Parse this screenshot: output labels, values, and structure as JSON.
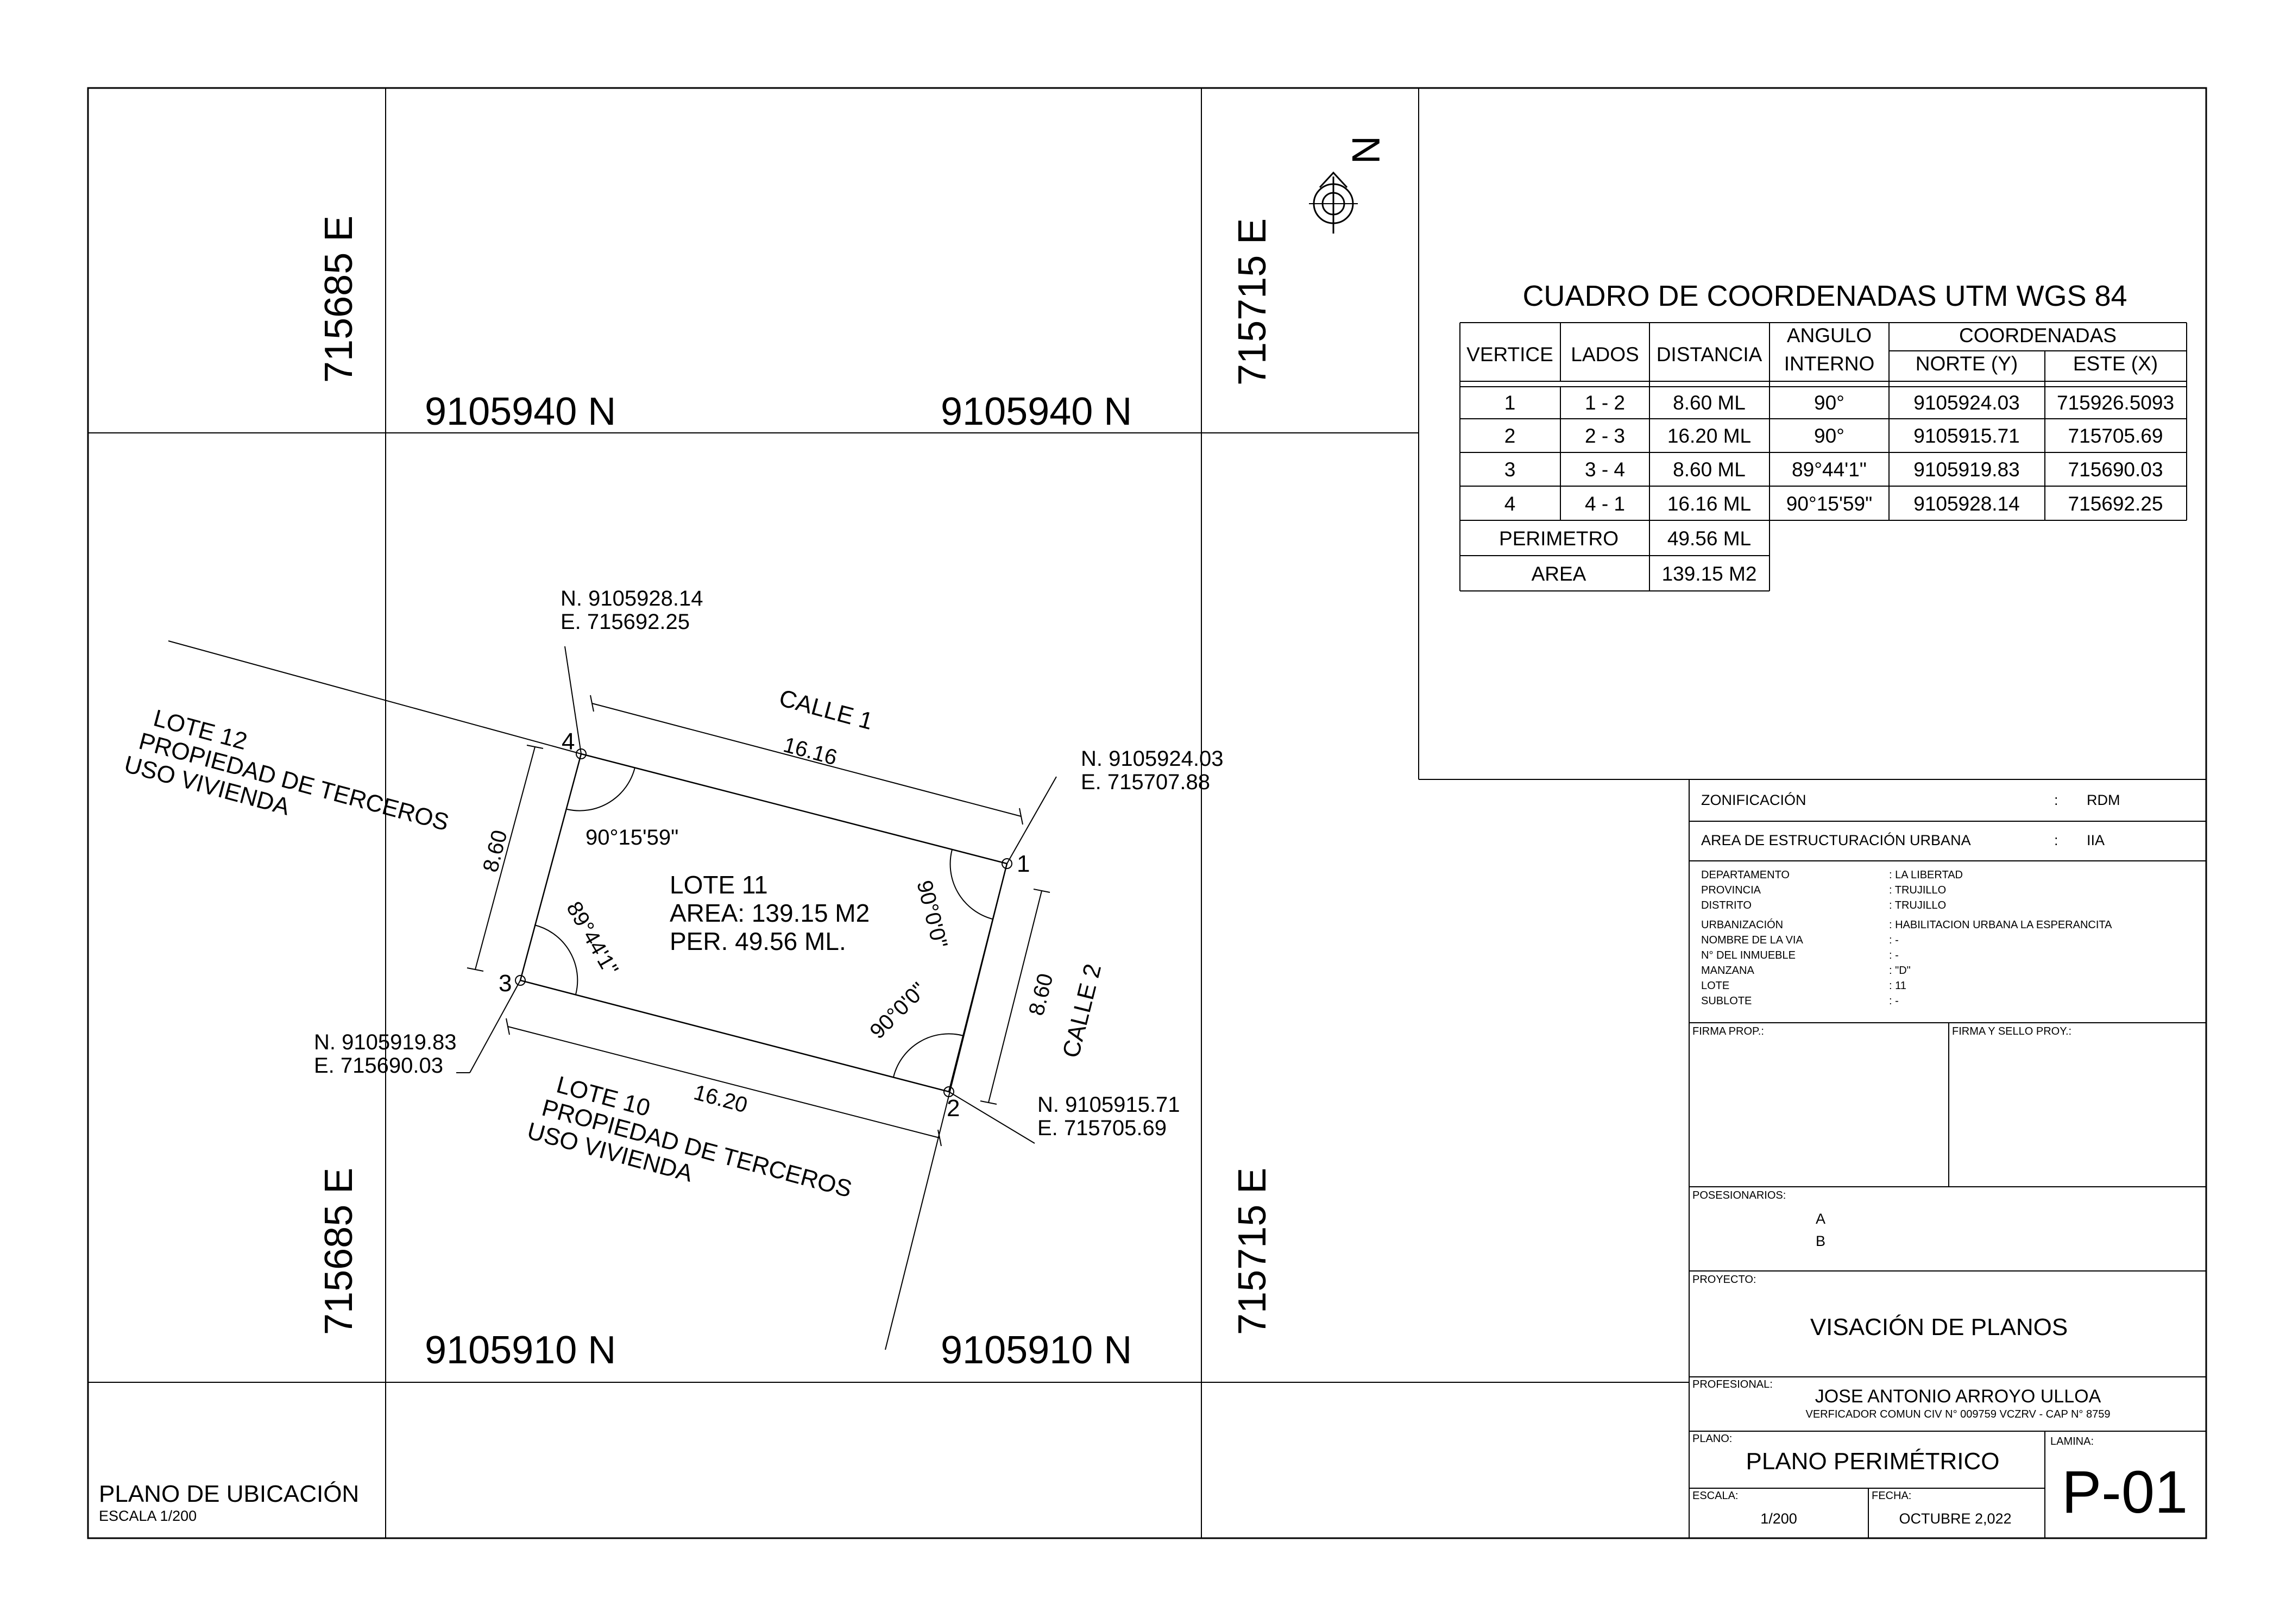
{
  "grid": {
    "east_left": "715685 E",
    "east_right": "715715 E",
    "north_top": "9105940 N",
    "north_bottom": "9105910 N",
    "north_arrow": "N"
  },
  "lot": {
    "name": "LOTE 11",
    "area": "AREA: 139.15 M2",
    "perimeter": "PER. 49.56 ML.",
    "street1": "CALLE 1",
    "street2": "CALLE 2",
    "neighbor_top": [
      "LOTE 12",
      "PROPIEDAD DE TERCEROS",
      "USO VIVIENDA"
    ],
    "neighbor_bottom": [
      "LOTE 10",
      "PROPIEDAD DE TERCEROS",
      "USO VIVIENDA"
    ],
    "dims": {
      "top": "16.16",
      "right": "8.60",
      "bottom": "16.20",
      "left": "8.60"
    },
    "angles": {
      "v4": "90°15'59\"",
      "v1": "90°0'0\"",
      "v2": "90°0'0\"",
      "v3": "89°44'1\""
    },
    "vertex_labels": [
      "1",
      "2",
      "3",
      "4"
    ],
    "vertex_coords": {
      "v4": [
        "N. 9105928.14",
        "E. 715692.25"
      ],
      "v1": [
        "N. 9105924.03",
        "E. 715707.88"
      ],
      "v2": [
        "N. 9105915.71",
        "E. 715705.69"
      ],
      "v3": [
        "N. 9105919.83",
        "E. 715690.03"
      ]
    }
  },
  "coord_table": {
    "title": "CUADRO DE COORDENADAS UTM WGS 84",
    "headers": {
      "vertice": "VERTICE",
      "lados": "LADOS",
      "distancia": "DISTANCIA",
      "angulo1": "ANGULO",
      "angulo2": "INTERNO",
      "coordenadas": "COORDENADAS",
      "norte": "NORTE (Y)",
      "este": "ESTE (X)"
    },
    "rows": [
      [
        "1",
        "1 - 2",
        "8.60 ML",
        "90°",
        "9105924.03",
        "715926.5093"
      ],
      [
        "2",
        "2 - 3",
        "16.20 ML",
        "90°",
        "9105915.71",
        "715705.69"
      ],
      [
        "3",
        "3 - 4",
        "8.60 ML",
        "89°44'1\"",
        "9105919.83",
        "715690.03"
      ],
      [
        "4",
        "4 - 1",
        "16.16 ML",
        "90°15'59\"",
        "9105928.14",
        "715692.25"
      ]
    ],
    "perimeter_label": "PERIMETRO",
    "perimeter_value": "49.56 ML",
    "area_label": "AREA",
    "area_value": "139.15 M2"
  },
  "title_block": {
    "zonificacion_label": "ZONIFICACIÓN",
    "zonificacion_value": "RDM",
    "area_estr_label": "AREA DE ESTRUCTURACIÓN URBANA",
    "area_estr_value": "IIA",
    "colon": ":",
    "info": [
      [
        "DEPARTAMENTO",
        ": LA LIBERTAD"
      ],
      [
        "PROVINCIA",
        ": TRUJILLO"
      ],
      [
        "DISTRITO",
        ": TRUJILLO"
      ],
      [
        "URBANIZACIÓN",
        ": HABILITACION URBANA LA ESPERANCITA"
      ],
      [
        "NOMBRE DE LA VIA",
        ": -"
      ],
      [
        "N° DEL INMUEBLE",
        ": -"
      ],
      [
        "MANZANA",
        ": \"D\""
      ],
      [
        "LOTE",
        ": 11"
      ],
      [
        "SUBLOTE",
        ": -"
      ]
    ],
    "firma_prop": "FIRMA PROP.:",
    "firma_sello": "FIRMA Y SELLO PROY.:",
    "posesionarios_label": "POSESIONARIOS:",
    "posesionarios": [
      "A",
      "B"
    ],
    "proyecto_label": "PROYECTO:",
    "proyecto": "VISACIÓN DE PLANOS",
    "profesional_label": "PROFESIONAL:",
    "profesional": "JOSE ANTONIO ARROYO ULLOA",
    "profesional_sub": "VERFICADOR COMUN CIV N° 009759 VCZRV - CAP N° 8759",
    "plano_label": "PLANO:",
    "plano": "PLANO PERIMÉTRICO",
    "lamina_label": "LAMINA:",
    "lamina": "P-01",
    "escala_label": "ESCALA:",
    "escala": "1/200",
    "fecha_label": "FECHA:",
    "fecha": "OCTUBRE 2,022"
  },
  "location_plan": {
    "title": "PLANO DE UBICACIÓN",
    "scale": "ESCALA 1/200"
  }
}
